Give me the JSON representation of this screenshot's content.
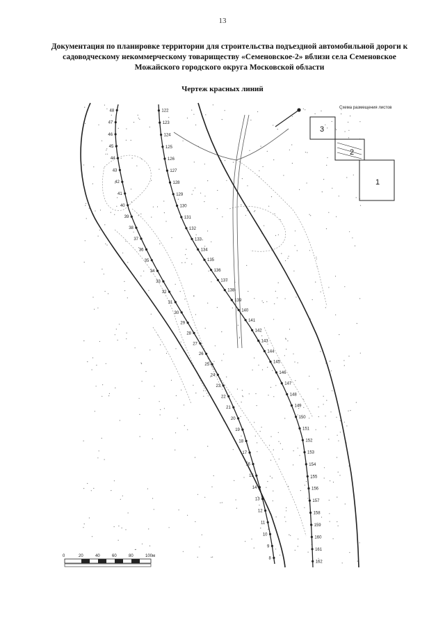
{
  "page_number": "13",
  "document_title": "Документация по планировке территории для строительства подъездной автомобильной дороги к садоводческому некоммерческому товариществу «Семеновское-2» вблизи села Семеновское Можайского городского округа Московской области",
  "drawing_title": "Чертеж красных линий",
  "sheet_scheme": {
    "title": "Схема размещения листов",
    "sheets": [
      "3",
      "2",
      "1"
    ]
  },
  "scale_bar": {
    "labels": [
      "0",
      "20",
      "40",
      "60",
      "80",
      "100м"
    ]
  },
  "left_points": [
    "48",
    "47",
    "46",
    "45",
    "44",
    "43",
    "42",
    "41",
    "40",
    "39",
    "38",
    "37",
    "36",
    "35",
    "34",
    "33",
    "32",
    "31",
    "30",
    "29",
    "28",
    "27",
    "26",
    "25",
    "24",
    "23",
    "22",
    "21",
    "20",
    "19",
    "18",
    "17",
    "16",
    "15",
    "14",
    "13",
    "12",
    "11",
    "10",
    "9",
    "8"
  ],
  "right_points": [
    "122",
    "123",
    "124",
    "125",
    "126",
    "127",
    "128",
    "129",
    "130",
    "131",
    "132",
    "133",
    "134",
    "135",
    "136",
    "137",
    "138",
    "139",
    "140",
    "141",
    "142",
    "143",
    "144",
    "145",
    "146",
    "147",
    "148",
    "149",
    "150",
    "151",
    "152",
    "153",
    "154",
    "155",
    "156",
    "157",
    "158",
    "159",
    "160",
    "161",
    "162"
  ],
  "colors": {
    "line": "#222222",
    "dots": "#777777",
    "contour": "#999999"
  }
}
